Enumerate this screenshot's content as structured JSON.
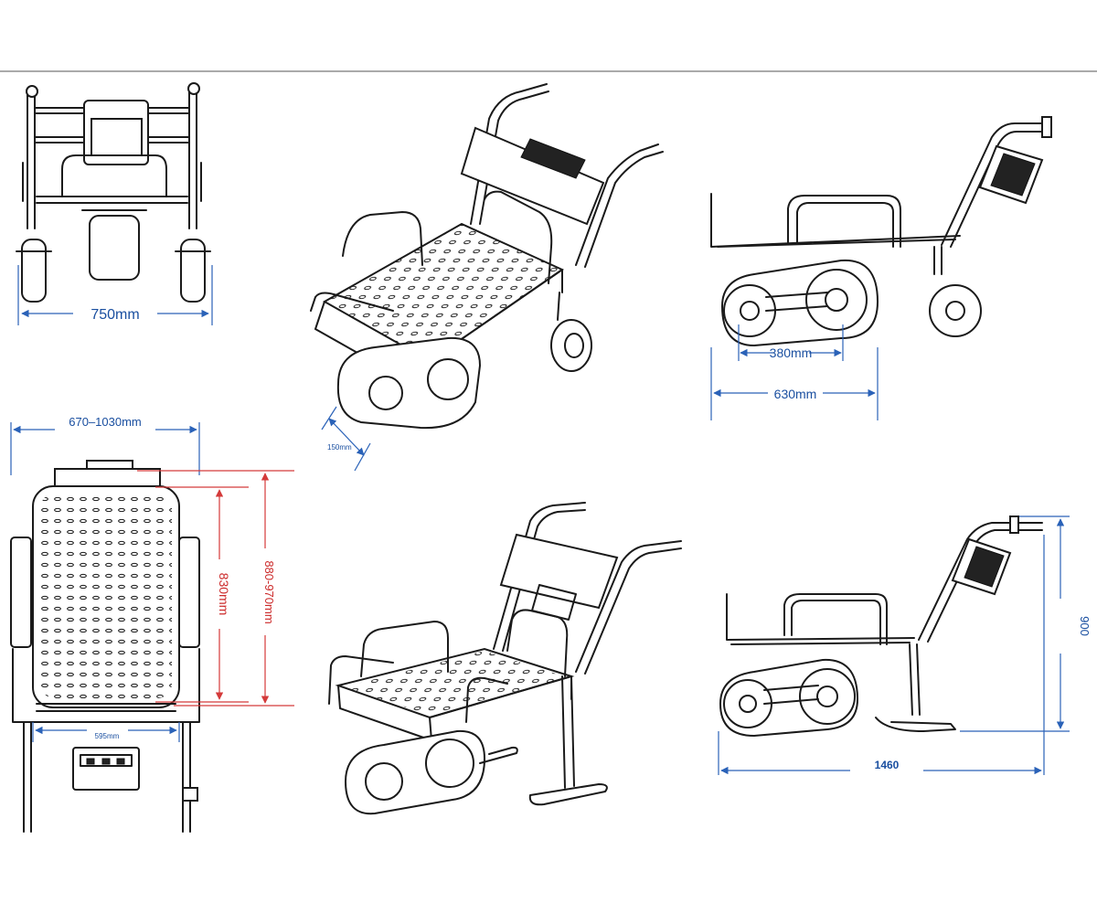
{
  "views": {
    "front": {
      "width_label": "750mm"
    },
    "perspective_top": {
      "track_label": "150mm"
    },
    "side_top": {
      "inner_label": "380mm",
      "outer_label": "630mm"
    },
    "plan": {
      "width_label": "670–1030mm",
      "deck_length_label": "830mm",
      "overall_length_label": "880-970mm",
      "deck_width_label": "595mm"
    },
    "perspective_bottom": {},
    "side_bottom": {
      "height_label": "900",
      "length_label": "1460"
    }
  },
  "colors": {
    "dimension_blue": "#2a62b8",
    "dimension_red": "#d43a3a",
    "line": "#1a1a1a"
  }
}
